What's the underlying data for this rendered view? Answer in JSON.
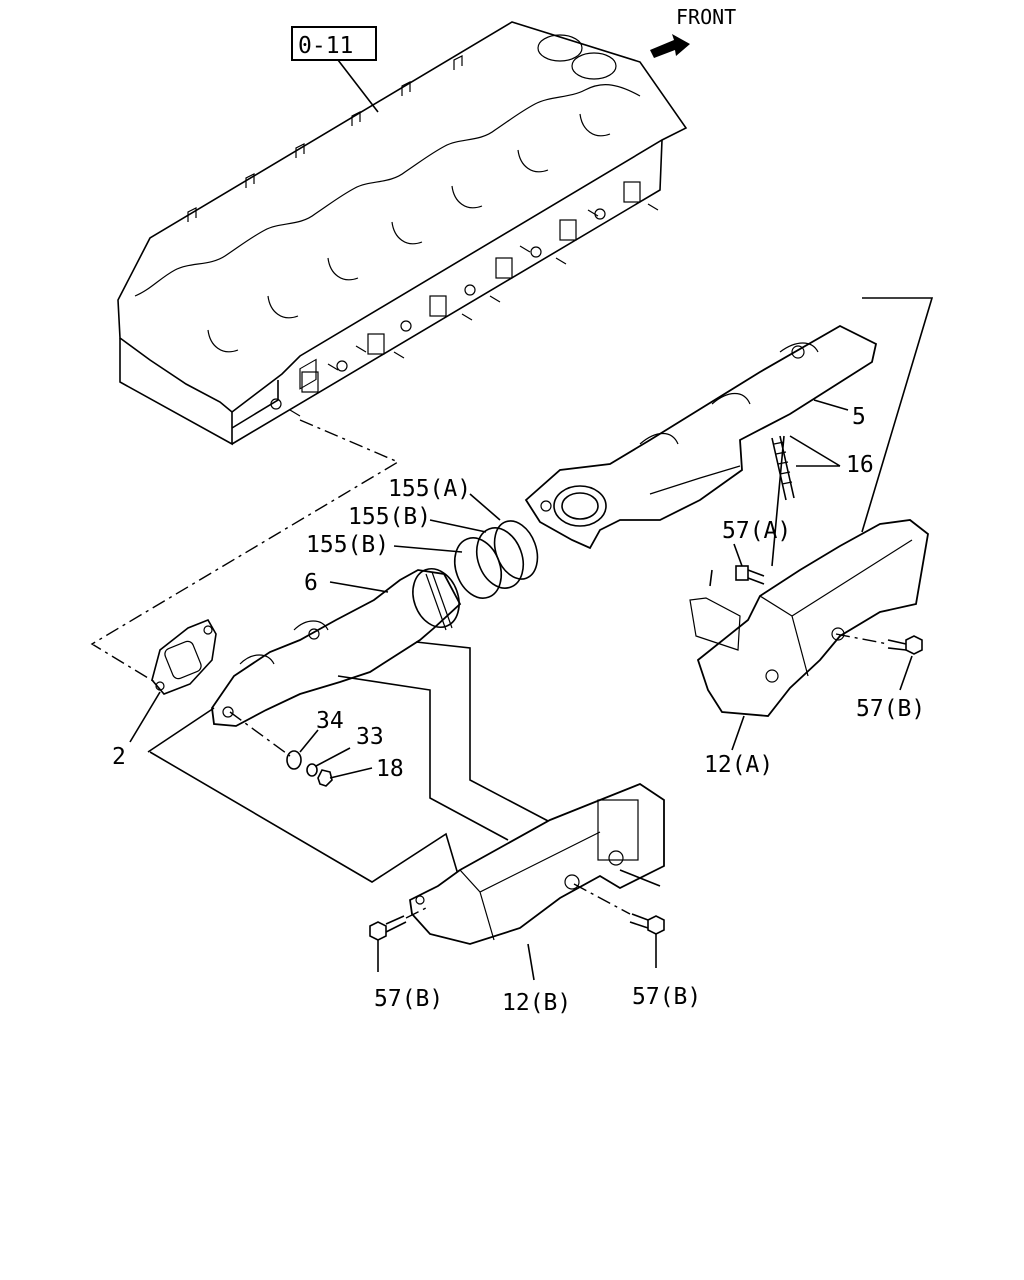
{
  "ref_box": "0-11",
  "front_label": "FRONT",
  "labels": {
    "p5": "5",
    "p16": "16",
    "p155a": "155(A)",
    "p155b1": "155(B)",
    "p155b2": "155(B)",
    "p6": "6",
    "p57a": "57(A)",
    "p57b_right": "57(B)",
    "p12a": "12(A)",
    "p2": "2",
    "p34": "34",
    "p33": "33",
    "p18": "18",
    "p57b_left": "57(B)",
    "p12b": "12(B)",
    "p57b_mid": "57(B)"
  }
}
